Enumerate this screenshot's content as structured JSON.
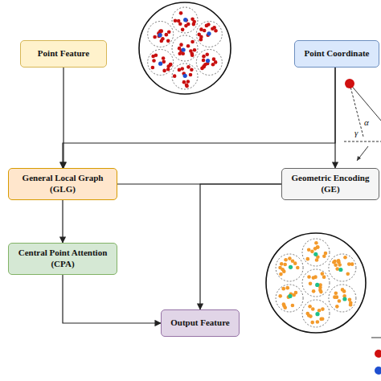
{
  "diagram": {
    "nodes": [
      {
        "text": [
          "Point Feature"
        ]
      },
      {
        "text": [
          "Point Coordinate"
        ]
      },
      {
        "text": [
          "General Local Graph (GLG)"
        ]
      },
      {
        "text": [
          "Geometric Encoding (GE)"
        ]
      },
      {
        "text": [
          "Central Point Attention (CPA)"
        ]
      },
      {
        "text": [
          "Output Feature"
        ]
      }
    ],
    "edges": [
      {
        "from": 0,
        "to": 2,
        "arrow": "to"
      },
      {
        "from": 1,
        "to": 3,
        "arrow": "to"
      },
      {
        "from": 1,
        "to": 2,
        "arrow": "to"
      },
      {
        "from": 2,
        "to": 3,
        "arrow": "none"
      },
      {
        "from": 3,
        "to": 5,
        "arrow": "to"
      },
      {
        "from": 4,
        "to": 5,
        "arrow": "to"
      },
      {
        "from": 2,
        "to": 4,
        "arrow": "to"
      }
    ],
    "labels": [
      "α",
      "γ"
    ]
  }
}
